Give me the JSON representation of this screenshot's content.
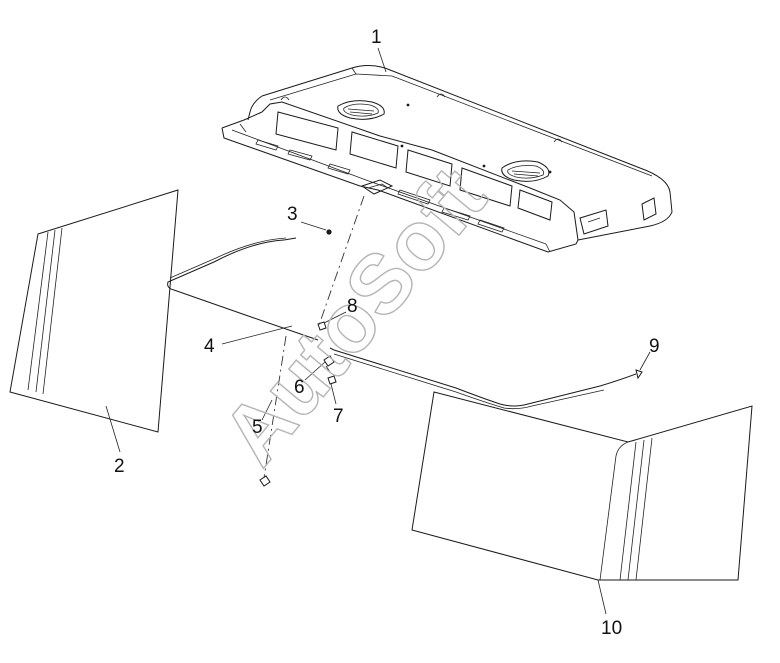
{
  "callouts": {
    "c1": "1",
    "c2": "2",
    "c3": "3",
    "c4": "4",
    "c5": "5",
    "c6": "6",
    "c7": "7",
    "c8": "8",
    "c9": "9",
    "c10": "10"
  },
  "watermark": "AutoSoft",
  "colors": {
    "line": "#1a1a1a",
    "watermark": "#b5b5b5",
    "background": "#ffffff"
  }
}
